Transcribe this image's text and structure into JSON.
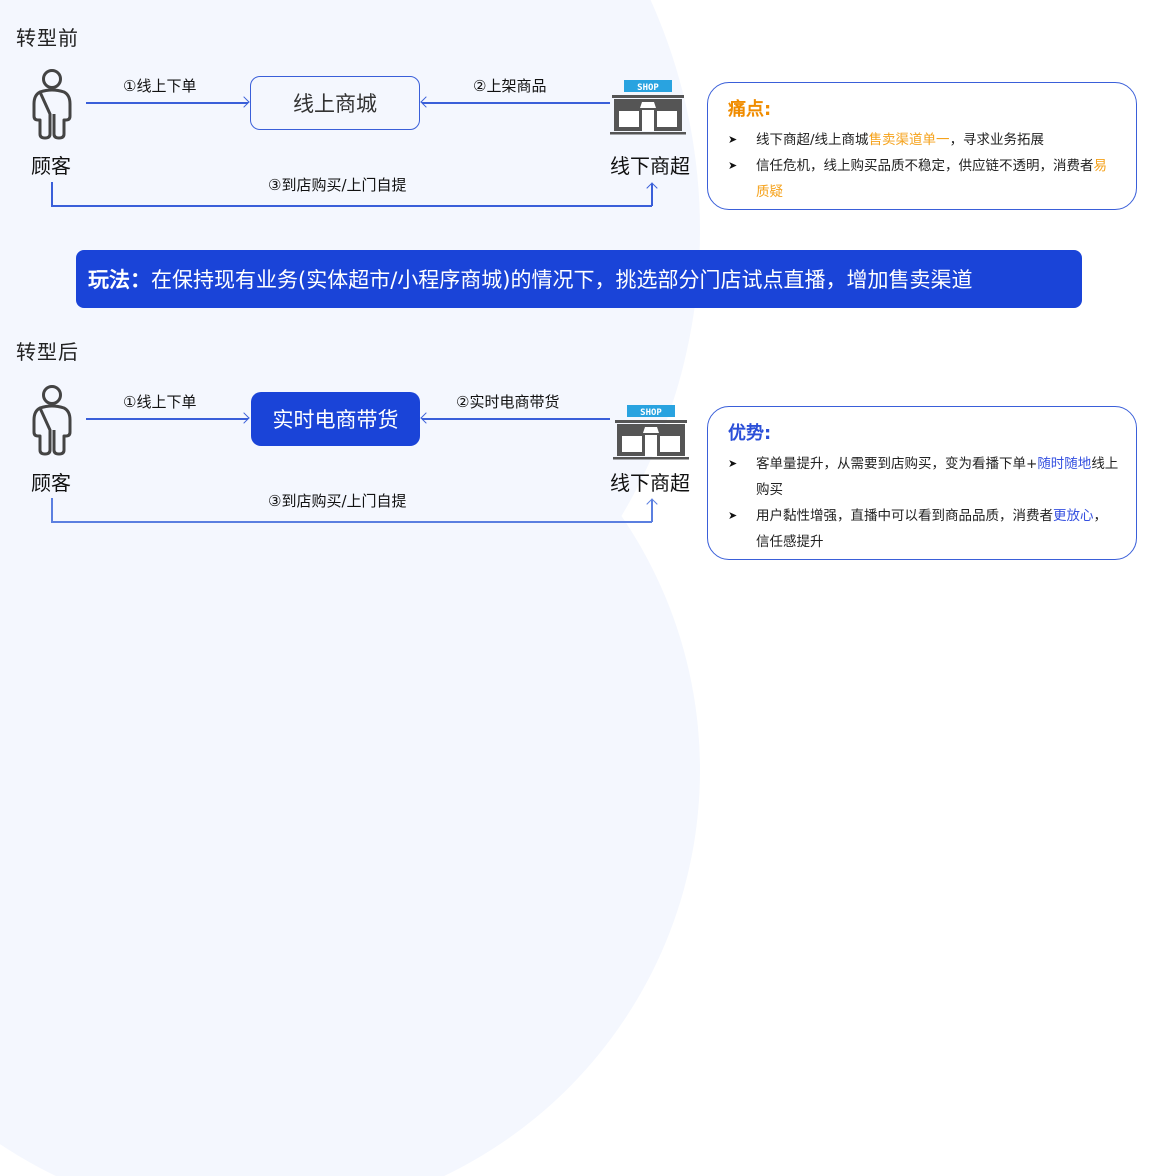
{
  "before": {
    "section_title": "转型前",
    "customer_label": "顾客",
    "edge1_label": "①线上下单",
    "center_node": "线上商城",
    "edge2_label": "②上架商品",
    "store_sign": "SHOP",
    "store_label": "线下商超",
    "edge3_label": "③到店购买/上门自提",
    "callout": {
      "title": "痛点:",
      "title_color": "#f08c00",
      "items": [
        {
          "pre": "线下商超/线上商城",
          "highlight": "售卖渠道单一",
          "post": "，寻求业务拓展"
        },
        {
          "pre": "信任危机，线上购买品质不稳定，供应链不透明，消费者",
          "highlight": "易质疑",
          "post": ""
        }
      ]
    }
  },
  "banner": {
    "bold": "玩法：",
    "text": "在保持现有业务(实体超市/小程序商城)的情况下，挑选部分门店试点直播，增加售卖渠道",
    "color": "#1a44d8"
  },
  "after": {
    "section_title": "转型后",
    "customer_label": "顾客",
    "edge1_label": "①线上下单",
    "center_node": "实时电商带货",
    "edge2_label": "②实时电商带货",
    "store_sign": "SHOP",
    "store_label": "线下商超",
    "edge3_label": "③到店购买/上门自提",
    "callout": {
      "title": "优势:",
      "title_color": "#2b4fd8",
      "items": [
        {
          "pre": "客单量提升，从需要到店购买，变为看播下单+",
          "highlight": "随时随地",
          "post": "线上购买"
        },
        {
          "pre": "用户黏性增强，直播中可以看到商品品质，消费者",
          "highlight": "更放心",
          "post": "，信任感提升"
        }
      ]
    }
  },
  "colors": {
    "line": "#3a5fd9",
    "accent_blue": "#1a44d8",
    "orange": "#f5a21b",
    "bg_shape": "#f4f7fe",
    "shop_sign": "#29a3e0",
    "shop_body": "#555555"
  }
}
